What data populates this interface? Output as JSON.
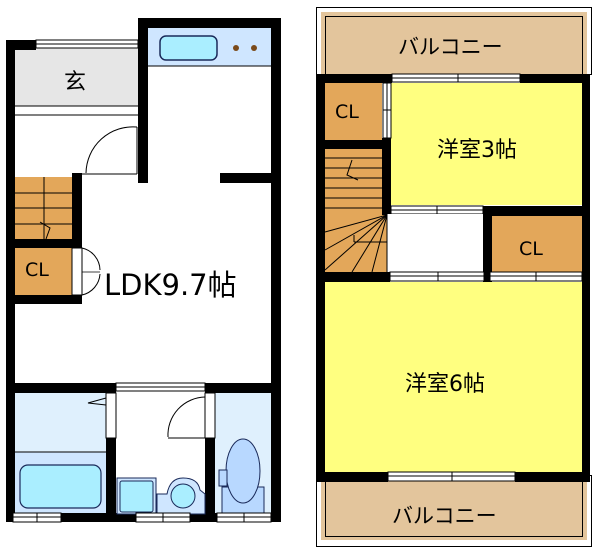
{
  "floor1": {
    "rooms": {
      "entrance": {
        "label": "玄",
        "color": "#e6e6e6"
      },
      "ldk": {
        "label": "LDK9.7帖",
        "color": "#ffffff"
      },
      "closet": {
        "label": "CL",
        "color": "#e3a75a"
      },
      "stairs": {
        "color": "#e3a75a"
      },
      "kitchen": {
        "color": "#cfe6ff"
      },
      "bathroom": {
        "color": "#dff0fd"
      },
      "washroom": {
        "color": "#ffffff"
      },
      "toilet": {
        "color": "#dff0fd"
      }
    }
  },
  "floor2": {
    "rooms": {
      "balcony_top": {
        "label": "バルコニー",
        "color": "#e3c59c"
      },
      "closet_top": {
        "label": "CL",
        "color": "#e3a75a"
      },
      "room_3": {
        "label": "洋室3帖",
        "color": "#ffff80"
      },
      "closet_mid": {
        "label": "CL",
        "color": "#e3a75a"
      },
      "room_6": {
        "label": "洋室6帖",
        "color": "#ffff80"
      },
      "balcony_bottom": {
        "label": "バルコニー",
        "color": "#e3c59c"
      },
      "stairs": {
        "color": "#e3a75a"
      }
    }
  },
  "colors": {
    "wall": "#000000",
    "fixture_blue": "#aaeeff",
    "fixture_outline": "#1a2a5a",
    "stove_dot": "#7a4a1a"
  }
}
